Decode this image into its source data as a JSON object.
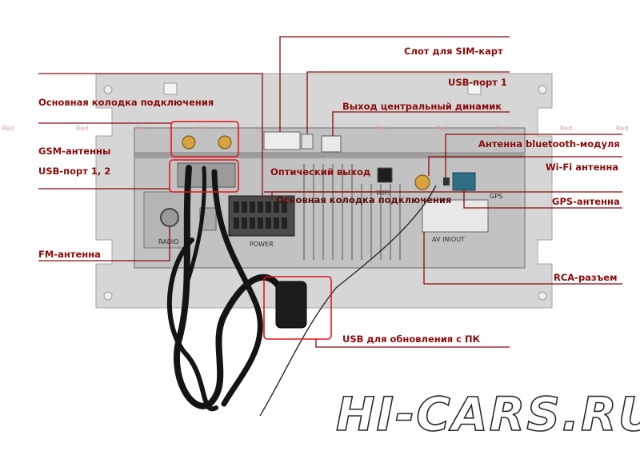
{
  "labels": {
    "sim_slot": "Слот для SIM-карт",
    "usb_port_1": "USB-порт 1",
    "main_connector": "Основная колодка подключения",
    "center_speaker": "Выход центральный динамик",
    "gsm_antennas": "GSM-антенны",
    "bluetooth_antenna": "Антенна bluetooth-модуля",
    "usb_ports_1_2": "USB-порт 1, 2",
    "optical_out": "Оптический выход",
    "wifi_antenna": "Wi-Fi антенна",
    "main_connector_2": "Основная колодка подключения",
    "gps_antenna": "GPS-антенна",
    "fm_antenna": "FM-антенна",
    "rca_connector": "RCA-разъем",
    "usb_pc_update": "USB для обновления с ПК"
  },
  "panel": {
    "radio": "RADIO",
    "power": "POWER",
    "gps": "GPS",
    "av_in_out": "AV IN\\OUT",
    "wifi": "WIFI"
  },
  "watermark": "Red",
  "brand": "HI-CARS.RU",
  "colors": {
    "line": "#8b0a0a",
    "highlight": "#e4141c",
    "panel": "#c8c8c8",
    "chassis": "#dadada"
  }
}
